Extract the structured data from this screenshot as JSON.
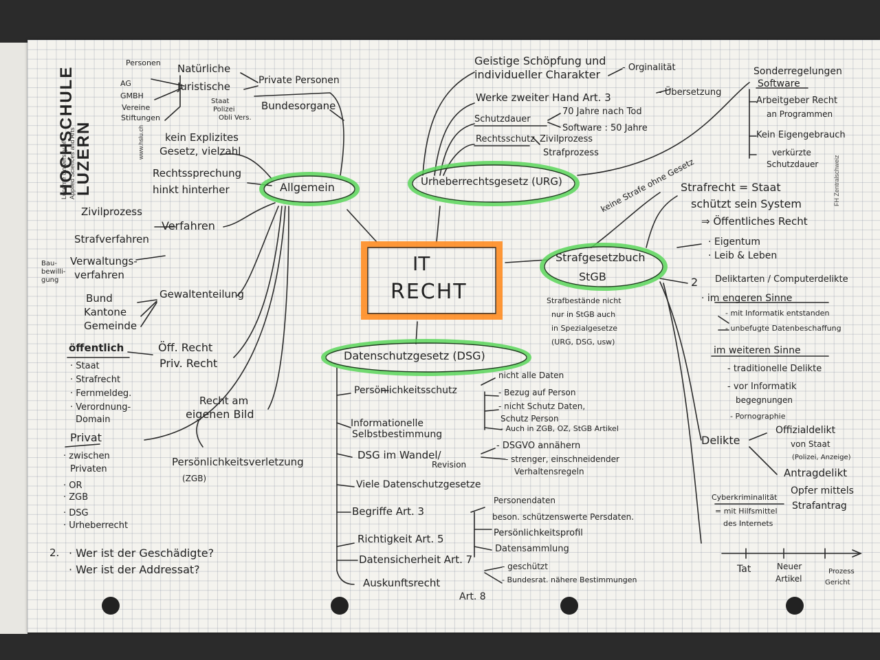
{
  "colors": {
    "paper": "#f4f3ee",
    "ink": "#222222",
    "green_highlight": "#5bd65b",
    "orange_highlight": "#ff8a1e"
  },
  "logo": {
    "line1": "HOCHSCHULE",
    "line2": "LUZERN",
    "sub1": "Lucerne University of",
    "sub2": "Applied Sciences and Arts",
    "url": "www.hslu.ch",
    "right_mark": "FH Zentralschweiz"
  },
  "center": {
    "line1": "IT",
    "line2": "RECHT"
  },
  "nodes": {
    "allgemein": "Allgemein",
    "urg": "Urheberrechtsgesetz (URG)",
    "stgb1": "Strafgesetzbuch",
    "stgb2": "StGB",
    "dsg": "Datenschutzgesetz (DSG)"
  },
  "allgemein_items": {
    "personen": "Personen",
    "natuerliche": "Natürliche",
    "private_personen": "Private Personen",
    "ag": "AG",
    "gmbh": "GMBH",
    "vereine": "Vereine",
    "stiftungen": "Stiftungen",
    "juristische": "Juristische",
    "staat": "Staat",
    "polizei": "Polizei",
    "obli": "Obli Vers.",
    "bundesorgane": "Bundesorgane",
    "kein_explizites": "kein Explizites",
    "gesetz_vielzahl": "Gesetz, vielzahl",
    "rechtsprechung": "Rechtssprechung",
    "hinkt": "hinkt hinterher",
    "zivilprozess": "Zivilprozess",
    "strafverfahren": "Strafverfahren",
    "verfahren": "Verfahren",
    "bau": "Bau-",
    "bewilligung": "bewilli-",
    "ung": "gung",
    "verwaltungs": "Verwaltungs-",
    "verwaltungs2": "verfahren",
    "bund": "Bund",
    "kantone": "Kantone",
    "gemeinde": "Gemeinde",
    "gewaltenteilung": "Gewaltenteilung",
    "oeffentlich": "öffentlich",
    "oeff_recht": "Öff. Recht",
    "priv_recht": "Priv. Recht",
    "list_staat": "· Staat",
    "list_strafrecht": "· Strafrecht",
    "list_fernmeldeg": "· Fernmeldeg.",
    "list_verordnung": "· Verordnung-",
    "list_domain": "Domain",
    "privat": "Privat",
    "list_zwischen": "· zwischen",
    "list_privaten": "Privaten",
    "list_or": "· OR",
    "list_zgb": "· ZGB",
    "list_dsg": "· DSG",
    "list_urheberrecht": "· Urheberrecht",
    "recht_am": "Recht am",
    "eigenen_bild": "eigenen Bild",
    "persoenlichkeitsverletzung": "Persönlichkeitsverletzung",
    "zgb_paren": "(ZGB)",
    "q_num": "2.",
    "q1": "· Wer ist der Geschädigte?",
    "q2": "· Wer ist der Addressat?"
  },
  "urg_items": {
    "geistige": "Geistige Schöpfung und",
    "individueller": "individueller Charakter",
    "originalitaet": "- Orginalität",
    "werke": "Werke zweiter Hand Art. 3",
    "uebersetzung": "- Übersetzung",
    "schutzdauer": "Schutzdauer",
    "jahre70": "70 Jahre nach Tod",
    "software50": "Software : 50 Jahre",
    "rechtsschutz": "Rechtsschutz",
    "zivilprozess": "Zivilprozess",
    "strafprozess": "Strafprozess",
    "sonderregelungen": "Sonderregelungen",
    "software": "Software",
    "arbeitgeber": "Arbeitgeber Recht",
    "an_programmen": "an Programmen",
    "kein_eigengebrauch": "Kein Eigengebrauch",
    "verkuerzte": "verkürzte",
    "schutzdauer2": "Schutzdauer"
  },
  "stgb_items": {
    "keine_strafe": "keine Strafe ohne Gesetz",
    "strafrecht_staat": "Strafrecht = Staat",
    "schuetzt": "schützt sein System",
    "oeffentliches": "⇒ Öffentliches Recht",
    "eigentum": "· Eigentum",
    "leib_leben": "· Leib & Leben",
    "num2": "2",
    "deliktarten": "Deliktarten / Computerdelikte",
    "engeren": "· im engeren Sinne",
    "mit_informatik": "- mit Informatik entstanden",
    "unbefugte": "- unbefugte Datenbeschaffung",
    "weiteren": "im weiteren Sinne",
    "traditionelle": "- traditionelle Delikte",
    "vor_informatik": "- vor Informatik",
    "begegnungen": "begegnungen",
    "pornographie": "- Pornographie",
    "strafbestaende1": "Strafbestände nicht",
    "strafbestaende2": "nur in StGB auch",
    "strafbestaende3": "in Spezialgesetze",
    "strafbestaende4": "(URG, DSG, usw)",
    "delikte": "Delikte",
    "offizialdelikt": "Offizialdelikt",
    "von_staat": "von Staat",
    "polizei_anzeige": "(Polizei, Anzeige)",
    "antragdelikt": "Antragdelikt",
    "opfer": "Opfer mittels",
    "strafantrag": "Strafantrag",
    "cyberkriminalitaet": "Cyberkriminalität",
    "mit_hilfsmittel": "= mit Hilfsmittel",
    "des_internets": "des Internets",
    "tat": "Tat",
    "neuer": "Neuer",
    "artikel": "Artikel",
    "prozess": "Prozess",
    "gericht": "Gericht"
  },
  "dsg_items": {
    "persoenlichkeitsschutz": "Persönlichkeitsschutz",
    "nicht_alle": "nicht alle Daten",
    "bezug": "- Bezug auf Person",
    "nicht_schutz": "- nicht Schutz Daten,",
    "schutz_person": "Schutz Person",
    "auch_in": "- Auch in ZGB, OZ, StGB Artikel",
    "informationelle": "Informationelle",
    "selbstbestimmung": "Selbstbestimmung",
    "dsg_wandel": "DSG im Wandel/",
    "revision": "Revision",
    "dsgvo": "- DSGVO annähern",
    "strenger": "- strenger, einschneidender",
    "verhaltensregeln": "Verhaltensregeln",
    "viele": "Viele Datenschutzgesetze",
    "begriffe": "Begriffe Art. 3",
    "personendaten": "Personendaten",
    "besonders": "beson. schützenswerte Persdaten.",
    "persoenlichkeitsprofil": "Persönlichkeitsprofil",
    "datensammlung": "Datensammlung",
    "richtigkeit": "Richtigkeit Art. 5",
    "datensicherheit": "Datensicherheit Art. 7",
    "geschuetzt": "- geschützt",
    "auskunftsrecht": "Auskunftsrecht",
    "bundesrat": "- Bundesrat. nähere Bestimmungen",
    "art8": "Art. 8"
  }
}
